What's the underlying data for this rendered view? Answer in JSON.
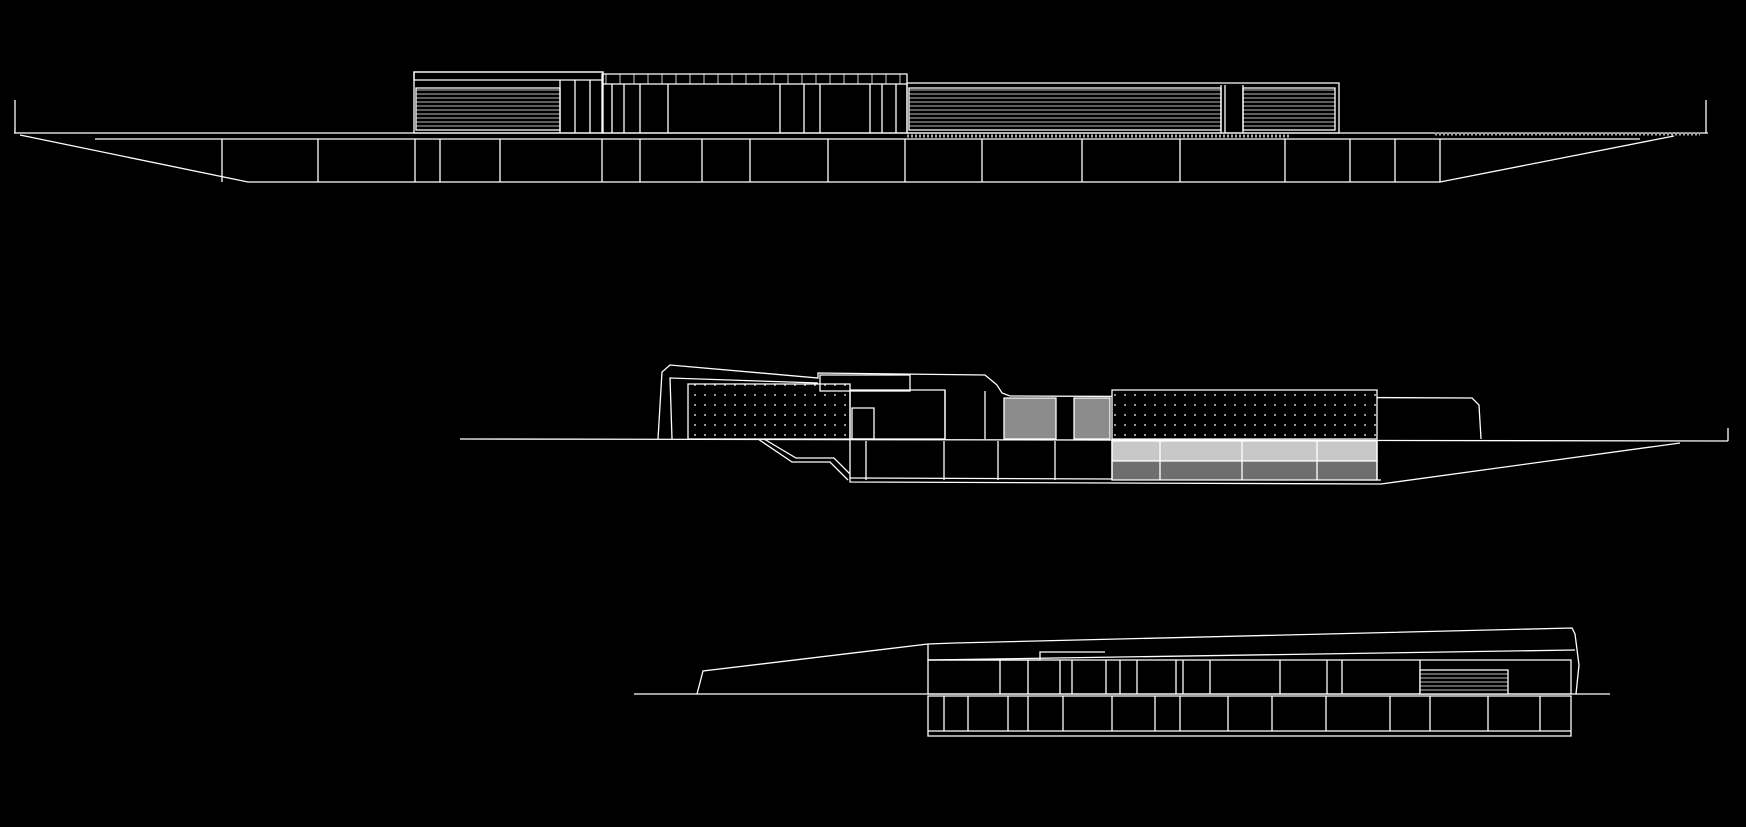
{
  "drawing": {
    "background": "#000000",
    "line_color": "#ffffff",
    "tone_light": "#c8c8c8",
    "tone_mid": "#8c8c8c",
    "tone_dark": "#6e6e6e",
    "elevations": [
      {
        "id": "elevation-top"
      },
      {
        "id": "elevation-middle"
      },
      {
        "id": "elevation-bottom"
      }
    ]
  }
}
